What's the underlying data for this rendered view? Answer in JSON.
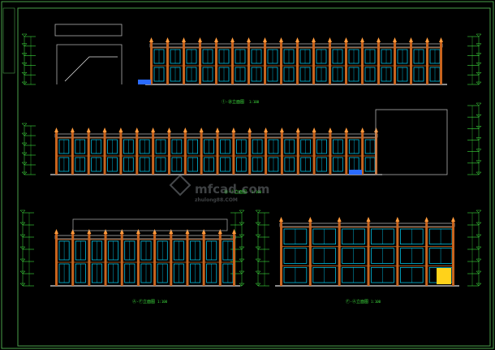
{
  "drawing": {
    "elevation_captions": [
      "①-⑳立面图",
      "⑳-①立面图",
      "Ⓐ-Ⓕ立面图",
      "Ⓕ-Ⓐ立面图"
    ],
    "scales": [
      "1:100",
      "1:100",
      "1:100",
      "1:100"
    ],
    "watermark": "mfcad.com",
    "watermark_sub": "zhulong88.COM",
    "colors": {
      "background": "#000000",
      "frame": "#4aa04a",
      "wall": "#c8641e",
      "roof": "#b0b0b0",
      "window": "#00d8ff",
      "ground": "#e0e0e0",
      "dimension": "#3fe03f",
      "accent": "#ff9a3c"
    }
  }
}
